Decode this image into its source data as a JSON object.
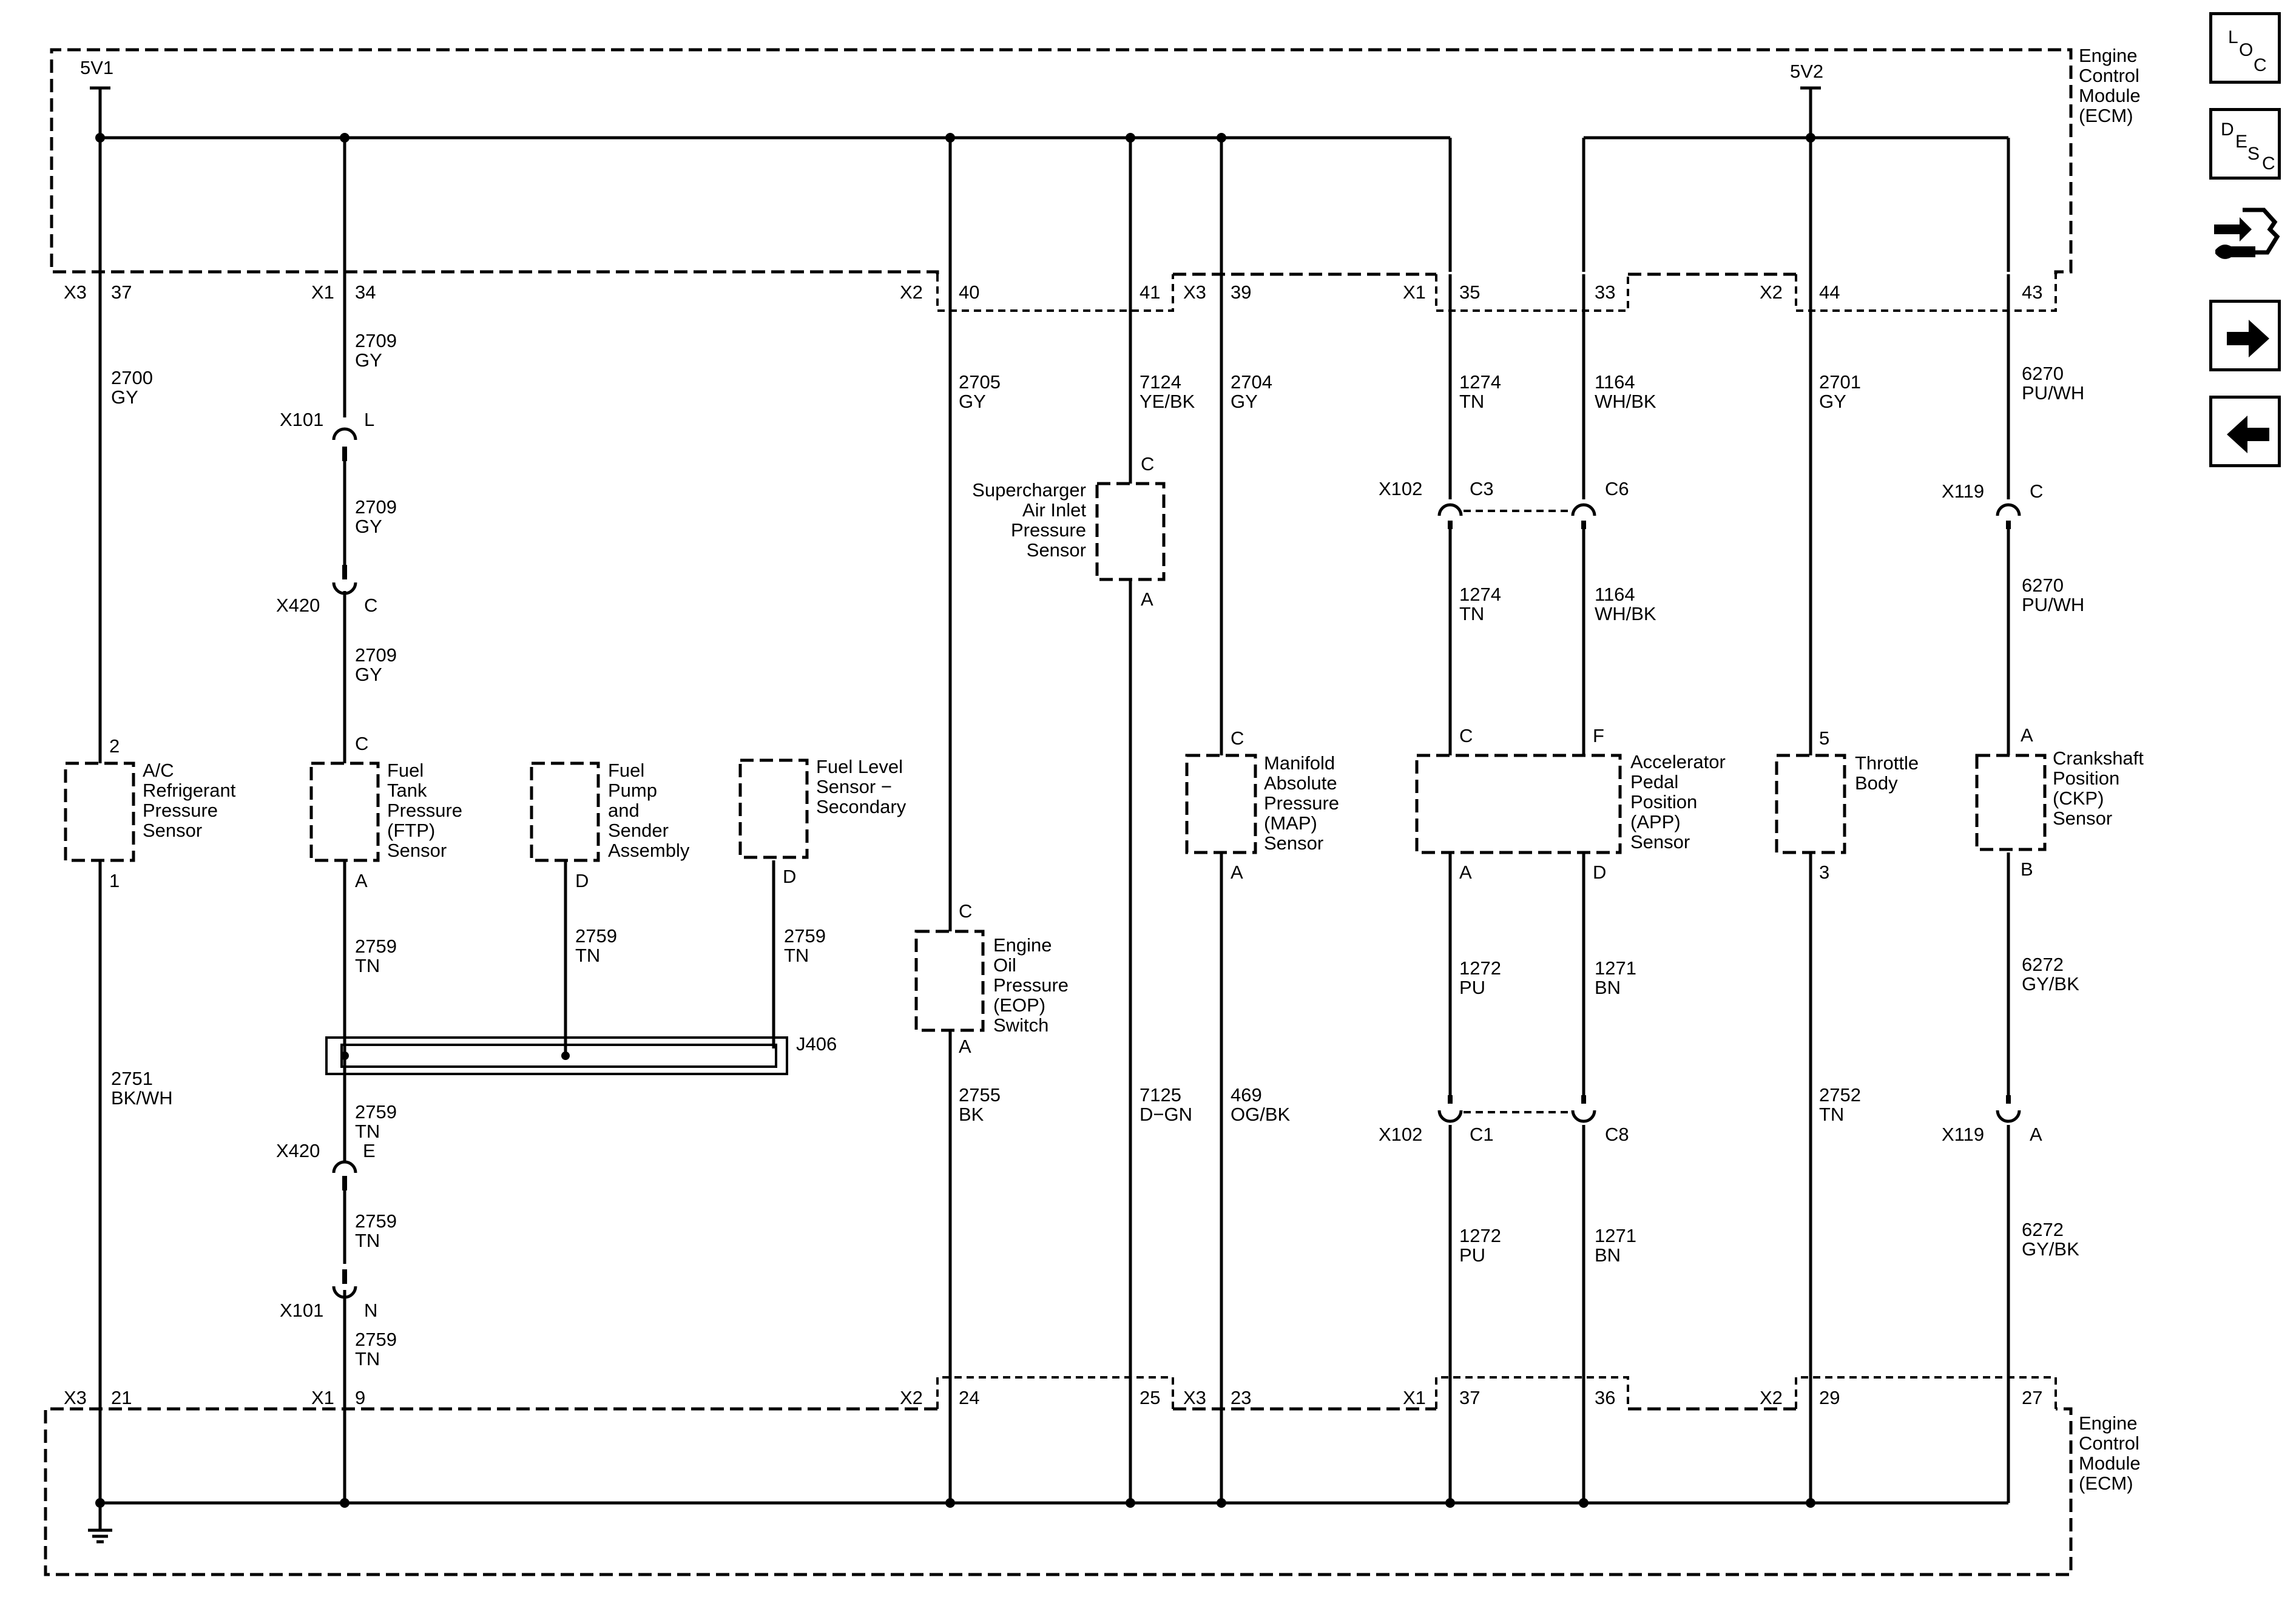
{
  "ecm": {
    "top_label": [
      "Engine",
      "Control",
      "Module",
      "(ECM)"
    ],
    "bottom_label": [
      "Engine",
      "Control",
      "Module",
      "(ECM)"
    ]
  },
  "power": {
    "v1": "5V1",
    "v2": "5V2"
  },
  "top_pins": [
    {
      "conn": "X3",
      "pin": "37"
    },
    {
      "conn": "X1",
      "pin": "34"
    },
    {
      "conn": "X2",
      "pin": "40"
    },
    {
      "conn": "",
      "pin": "41"
    },
    {
      "conn": "X3",
      "pin": "39"
    },
    {
      "conn": "X1",
      "pin": "35"
    },
    {
      "conn": "",
      "pin": "33"
    },
    {
      "conn": "X2",
      "pin": "44"
    },
    {
      "conn": "",
      "pin": "43"
    }
  ],
  "bottom_pins": [
    {
      "conn": "X3",
      "pin": "21"
    },
    {
      "conn": "X1",
      "pin": "9"
    },
    {
      "conn": "X2",
      "pin": "24"
    },
    {
      "conn": "",
      "pin": "25"
    },
    {
      "conn": "X3",
      "pin": "23"
    },
    {
      "conn": "X1",
      "pin": "37"
    },
    {
      "conn": "",
      "pin": "36"
    },
    {
      "conn": "X2",
      "pin": "29"
    },
    {
      "conn": "",
      "pin": "27"
    }
  ],
  "wires": [
    {
      "circuit": "2700",
      "color": "GY"
    },
    {
      "circuit": "2709",
      "color": "GY"
    },
    {
      "circuit": "2709",
      "color": "GY"
    },
    {
      "circuit": "2709",
      "color": "GY"
    },
    {
      "circuit": "2705",
      "color": "GY"
    },
    {
      "circuit": "7124",
      "color": "YE/BK"
    },
    {
      "circuit": "2704",
      "color": "GY"
    },
    {
      "circuit": "1274",
      "color": "TN"
    },
    {
      "circuit": "1164",
      "color": "WH/BK"
    },
    {
      "circuit": "2701",
      "color": "GY"
    },
    {
      "circuit": "6270",
      "color": "PU/WH"
    },
    {
      "circuit": "1274",
      "color": "TN"
    },
    {
      "circuit": "1164",
      "color": "WH/BK"
    },
    {
      "circuit": "6270",
      "color": "PU/WH"
    },
    {
      "circuit": "2759",
      "color": "TN"
    },
    {
      "circuit": "2759",
      "color": "TN"
    },
    {
      "circuit": "2759",
      "color": "TN"
    },
    {
      "circuit": "1272",
      "color": "PU"
    },
    {
      "circuit": "1271",
      "color": "BN"
    },
    {
      "circuit": "6272",
      "color": "GY/BK"
    },
    {
      "circuit": "2751",
      "color": "BK/WH"
    },
    {
      "circuit": "2755",
      "color": "BK"
    },
    {
      "circuit": "7125",
      "color": "D−GN"
    },
    {
      "circuit": "469",
      "color": "OG/BK"
    },
    {
      "circuit": "2752",
      "color": "TN"
    },
    {
      "circuit": "2759",
      "color": "TN"
    },
    {
      "circuit": "2759",
      "color": "TN"
    },
    {
      "circuit": "2759",
      "color": "TN"
    },
    {
      "circuit": "1272",
      "color": "PU"
    },
    {
      "circuit": "1271",
      "color": "BN"
    },
    {
      "circuit": "6272",
      "color": "GY/BK"
    }
  ],
  "inline_connectors": [
    {
      "name": "X101",
      "pin": "L"
    },
    {
      "name": "X420",
      "pin": "C"
    },
    {
      "name": "X102",
      "pin": "C3"
    },
    {
      "name": "",
      "pin": "C6"
    },
    {
      "name": "X119",
      "pin": "C"
    },
    {
      "name": "X420",
      "pin": "E"
    },
    {
      "name": "X101",
      "pin": "N"
    },
    {
      "name": "X102",
      "pin": "C1"
    },
    {
      "name": "",
      "pin": "C8"
    },
    {
      "name": "X119",
      "pin": "A"
    }
  ],
  "components": [
    {
      "label": [
        "A/C",
        "Refrigerant",
        "Pressure",
        "Sensor"
      ],
      "pin_top": "2",
      "pin_bottom": "1"
    },
    {
      "label": [
        "Fuel",
        "Tank",
        "Pressure",
        "(FTP)",
        "Sensor"
      ],
      "pin_top": "C",
      "pin_bottom": "A"
    },
    {
      "label": [
        "Fuel",
        "Pump",
        "and",
        "Sender",
        "Assembly"
      ],
      "pin_top": "",
      "pin_bottom": "D"
    },
    {
      "label": [
        "Fuel Level",
        "Sensor −",
        "Secondary"
      ],
      "pin_top": "",
      "pin_bottom": "D"
    },
    {
      "label": [
        "Supercharger",
        "Air Inlet",
        "Pressure",
        "Sensor"
      ],
      "pin_top": "C",
      "pin_bottom": "A"
    },
    {
      "label": [
        "Engine",
        "Oil",
        "Pressure",
        "(EOP)",
        "Switch"
      ],
      "pin_top": "C",
      "pin_bottom": "A"
    },
    {
      "label": [
        "Manifold",
        "Absolute",
        "Pressure",
        "(MAP)",
        "Sensor"
      ],
      "pin_top": "C",
      "pin_bottom": "A"
    },
    {
      "label": [
        "Accelerator",
        "Pedal",
        "Position",
        "(APP)",
        "Sensor"
      ],
      "pin_top": "C",
      "pin_bottom": "A"
    },
    {
      "label": [],
      "pin_top": "F",
      "pin_bottom": "D"
    },
    {
      "label": [
        "Throttle",
        "Body"
      ],
      "pin_top": "5",
      "pin_bottom": "3"
    },
    {
      "label": [
        "Crankshaft",
        "Position",
        "(CKP)",
        "Sensor"
      ],
      "pin_top": "A",
      "pin_bottom": "B"
    }
  ],
  "splice": {
    "name": "J406"
  },
  "nav": [
    {
      "kind": "loc",
      "letters": [
        "L",
        "O",
        "C"
      ]
    },
    {
      "kind": "desc",
      "letters": [
        "D",
        "E",
        "S",
        "C"
      ]
    },
    {
      "kind": "connector-icon"
    },
    {
      "kind": "next-arrow"
    },
    {
      "kind": "prev-arrow"
    }
  ]
}
